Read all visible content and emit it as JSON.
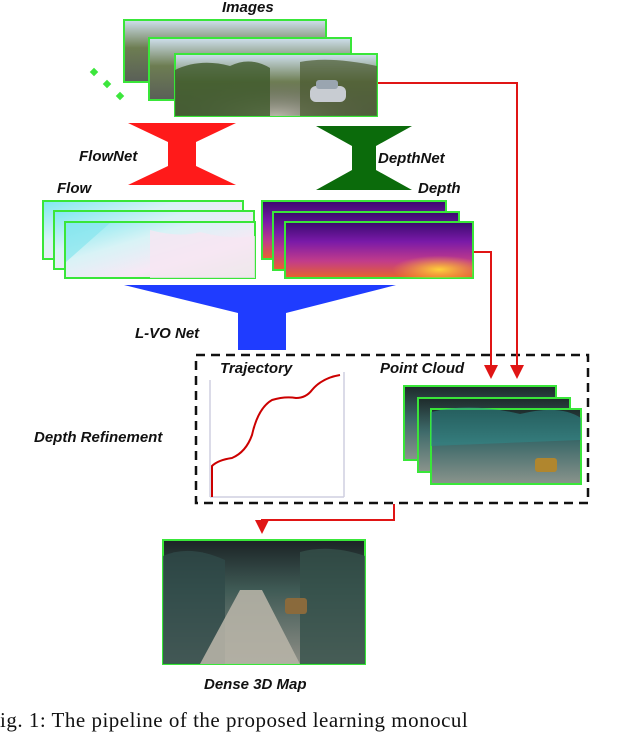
{
  "labels": {
    "images": "Images",
    "flownet": "FlowNet",
    "depthnet": "DepthNet",
    "flow": "Flow",
    "depth": "Depth",
    "lvo_net": "L-VO Net",
    "trajectory": "Trajectory",
    "point_cloud": "Point Cloud",
    "depth_refinement": "Depth Refinement",
    "dense_3d_map": "Dense 3D Map"
  },
  "caption": "ig. 1: The pipeline of the proposed learning monocul",
  "colors": {
    "flownet": "#ff1a1a",
    "depthnet": "#0b6b0b",
    "lvo_net": "#1f3cff",
    "arrows": "#e01515",
    "frame_border": "#39e639",
    "trajectory_curve": "#cc0000"
  },
  "icons": [
    "ellipsis-dots-icon",
    "arrow-icon"
  ]
}
